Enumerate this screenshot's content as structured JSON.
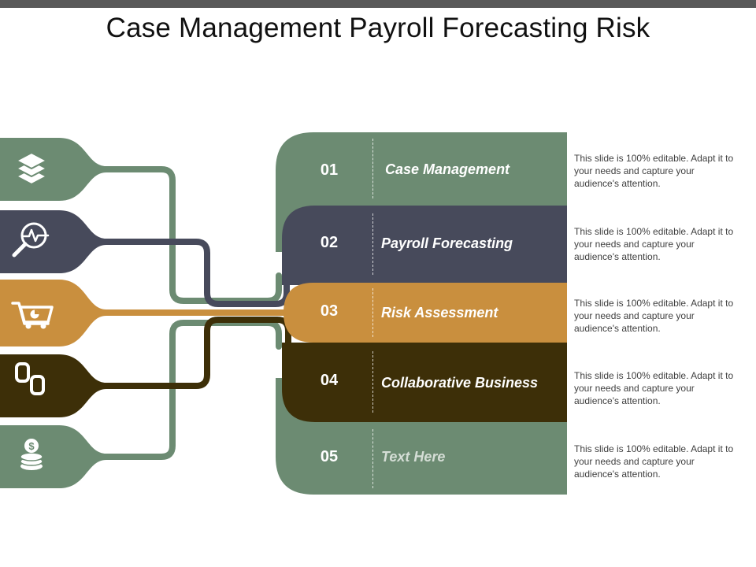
{
  "title": "Case Management Payroll Forecasting Risk",
  "colors": {
    "green": "#6c8b72",
    "slate": "#474a5b",
    "ochre": "#c98f3e",
    "brown": "#3d2f08",
    "top_bar": "#595959"
  },
  "items": [
    {
      "number": "01",
      "label": "Case Management",
      "description": "This slide is 100% editable. Adapt it to your needs and capture your audience's attention.",
      "icon": "layers-icon",
      "color": "#6c8b72"
    },
    {
      "number": "02",
      "label": "Payroll Forecasting",
      "description": "This slide is 100% editable. Adapt it to your needs and capture your audience's attention.",
      "icon": "search-pulse-icon",
      "color": "#474a5b"
    },
    {
      "number": "03",
      "label": "Risk Assessment",
      "description": "This slide is 100% editable. Adapt it to your needs and capture your audience's attention.",
      "icon": "cart-chart-icon",
      "color": "#c98f3e"
    },
    {
      "number": "04",
      "label": "Collaborative Business",
      "description": "This slide is 100% editable. Adapt it to your needs and capture your audience's attention.",
      "icon": "chain-link-icon",
      "color": "#3d2f08"
    },
    {
      "number": "05",
      "label": "Text Here",
      "description": "This slide is 100% editable. Adapt it to your needs and capture your audience's attention.",
      "icon": "coins-icon",
      "color": "#6c8b72"
    }
  ]
}
